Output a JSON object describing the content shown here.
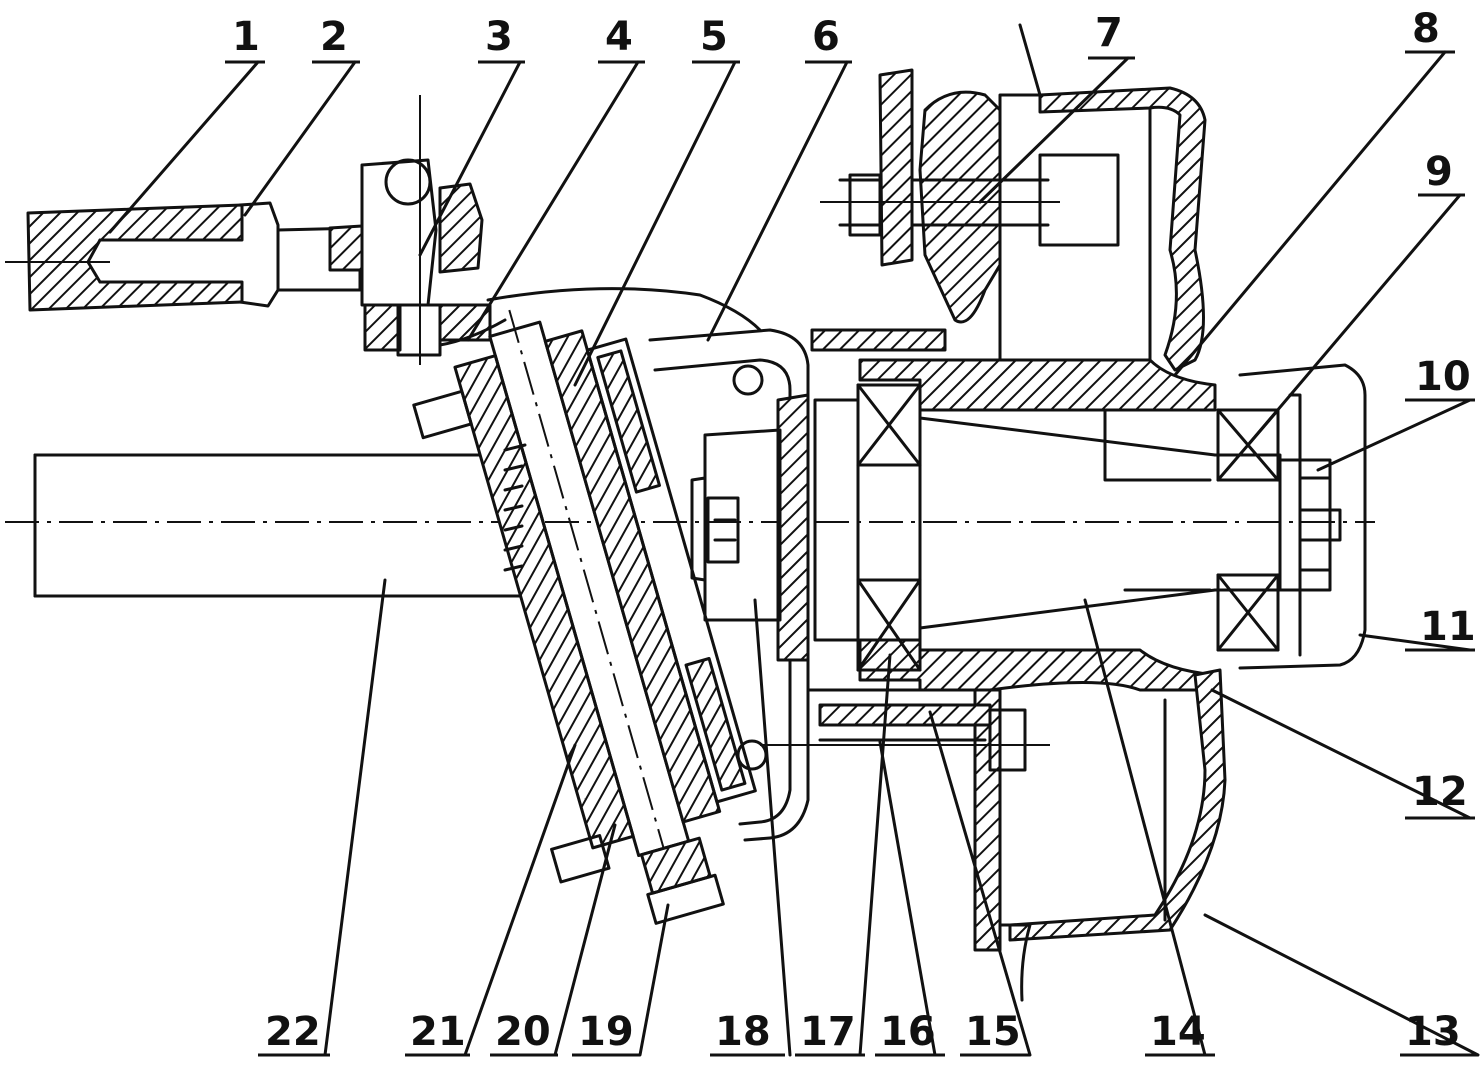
{
  "callouts": [
    {
      "id": "1",
      "text": "1"
    },
    {
      "id": "2",
      "text": "2"
    },
    {
      "id": "3",
      "text": "3"
    },
    {
      "id": "4",
      "text": "4"
    },
    {
      "id": "5",
      "text": "5"
    },
    {
      "id": "6",
      "text": "6"
    },
    {
      "id": "7",
      "text": "7"
    },
    {
      "id": "8",
      "text": "8"
    },
    {
      "id": "9",
      "text": "9"
    },
    {
      "id": "10",
      "text": "10"
    },
    {
      "id": "11",
      "text": "11"
    },
    {
      "id": "12",
      "text": "12"
    },
    {
      "id": "13",
      "text": "13"
    },
    {
      "id": "14",
      "text": "14"
    },
    {
      "id": "15",
      "text": "15"
    },
    {
      "id": "16",
      "text": "16"
    },
    {
      "id": "17",
      "text": "17"
    },
    {
      "id": "18",
      "text": "18"
    },
    {
      "id": "19",
      "text": "19"
    },
    {
      "id": "20",
      "text": "20"
    },
    {
      "id": "21",
      "text": "21"
    },
    {
      "id": "22",
      "text": "22"
    }
  ]
}
